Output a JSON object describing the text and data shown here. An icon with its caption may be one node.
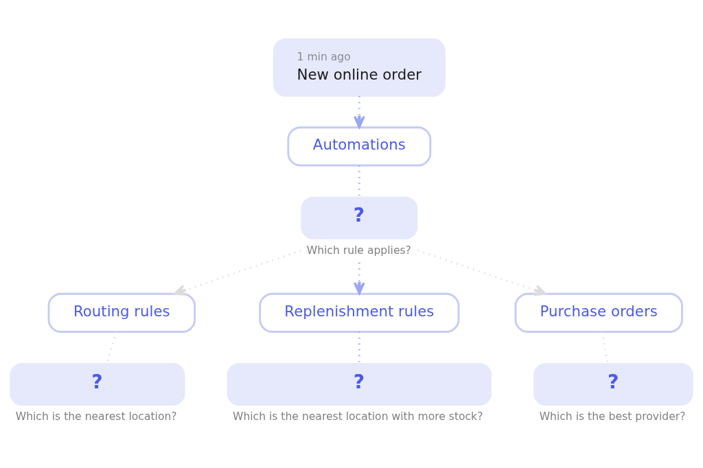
{
  "diagram": {
    "nodes": [
      {
        "text": [
          "1 min ago",
          "New online order"
        ]
      },
      {
        "text": [
          "Automations"
        ]
      },
      {
        "text": [
          "?"
        ],
        "beside": [
          "Which rule applies?"
        ]
      },
      {
        "text": [
          "Routing rules"
        ]
      },
      {
        "text": [
          "Replenishment rules"
        ]
      },
      {
        "text": [
          "Purchase orders"
        ]
      },
      {
        "text": [
          "?"
        ],
        "beside": [
          "Which is the nearest location?"
        ]
      },
      {
        "text": [
          "?"
        ],
        "beside": [
          "Which is the nearest location with more stock?"
        ]
      },
      {
        "text": [
          "?"
        ],
        "beside": [
          "Which is the best provider?"
        ]
      }
    ],
    "edges": [
      {
        "from": 0,
        "to": 1,
        "arrow": "to"
      },
      {
        "from": 1,
        "to": 2,
        "arrow": "none"
      },
      {
        "from": 2,
        "to": 3,
        "arrow": "to",
        "color": "#dcdcdc"
      },
      {
        "from": 2,
        "to": 4,
        "arrow": "to"
      },
      {
        "from": 2,
        "to": 5,
        "arrow": "to",
        "color": "#dcdcdc"
      },
      {
        "from": 3,
        "to": 6,
        "arrow": "none",
        "color": "#dcdcdc"
      },
      {
        "from": 4,
        "to": 7,
        "arrow": "none"
      },
      {
        "from": 5,
        "to": 8,
        "arrow": "none",
        "color": "#dcdcdc"
      }
    ]
  }
}
